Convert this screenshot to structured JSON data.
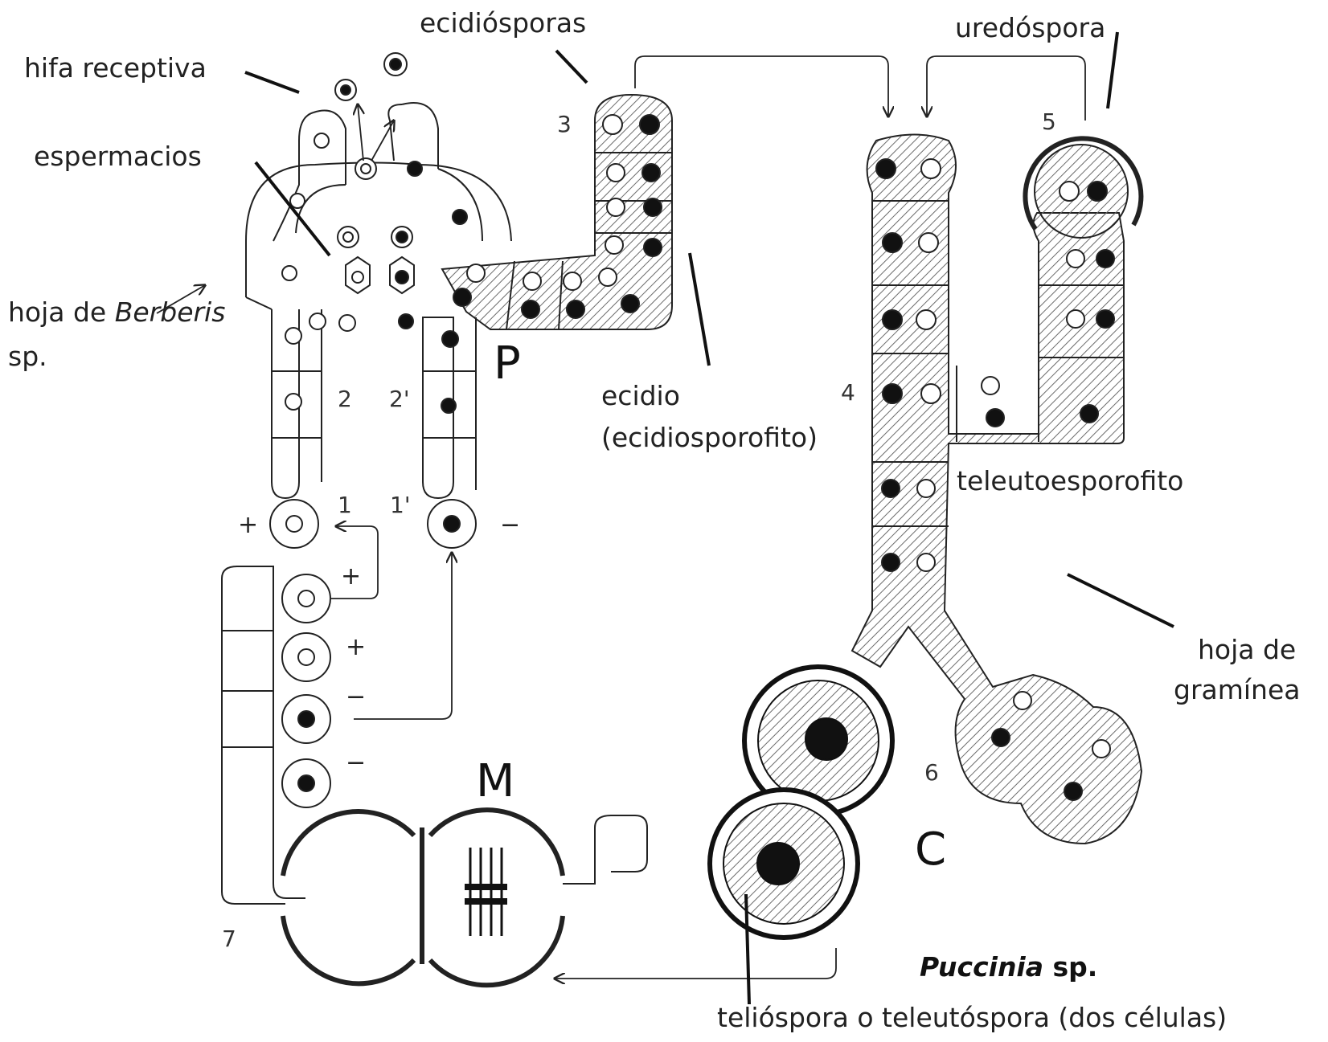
{
  "labels": {
    "ecidiosporas": "ecidiósporas",
    "uredospora": "uredóspora",
    "hifa_receptiva": "hifa receptiva",
    "espermacios": "espermacios",
    "hoja_berberis_pre": "hoja de ",
    "hoja_berberis_genus": "Berberis",
    "hoja_berberis_sp": "sp.",
    "ecidio_line1": "ecidio",
    "ecidio_line2": "(ecidiosporofito)",
    "teleutoesporofito": "teleutoesporofito",
    "hoja_graminea_line1": "hoja de",
    "hoja_graminea_line2": "gramínea",
    "species_genus": "Puccinia",
    "species_sp": " sp.",
    "teliospora": "telióspora o teleutóspora (dos células)"
  },
  "stage_numbers": [
    "1",
    "1'",
    "2",
    "2'",
    "3",
    "4",
    "5",
    "6",
    "7"
  ],
  "stage_letters": [
    "P",
    "M",
    "C"
  ],
  "mating_signs": [
    "+",
    "−",
    "+",
    "+",
    "−",
    "−"
  ],
  "colors": {
    "ink": "#111111",
    "hatch_line": "#6b6b6b",
    "cell_fill": "#ffffff"
  }
}
